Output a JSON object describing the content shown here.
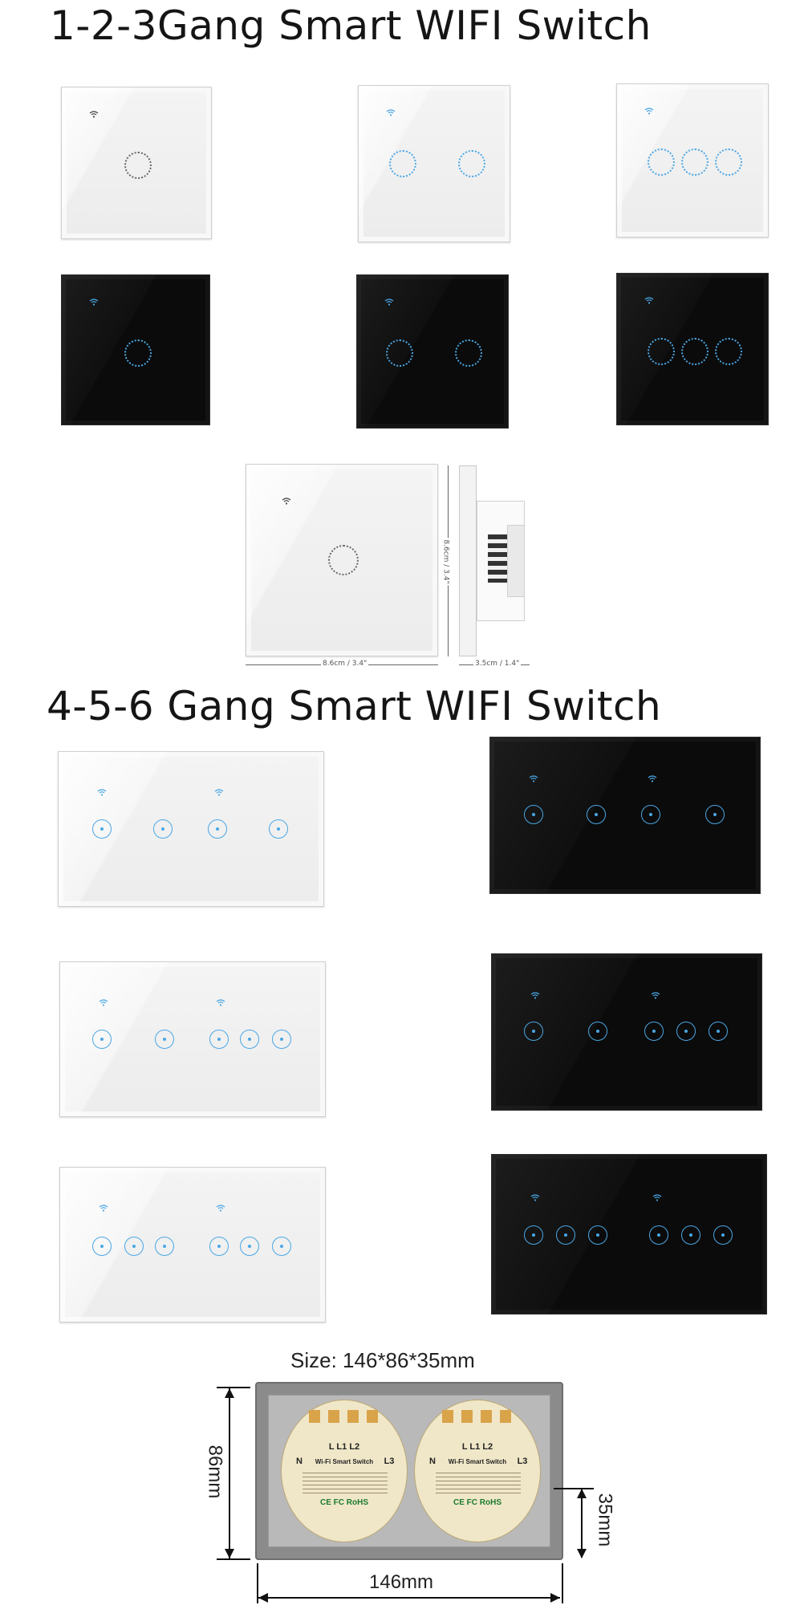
{
  "section1_title": "1-2-3Gang Smart WIFI Switch",
  "section2_title": "4-5-6 Gang Smart WIFI Switch",
  "dimensions": {
    "front_width": "8.6cm / 3.4\"",
    "height": "8.6cm / 3.4\"",
    "depth": "3.5cm / 1.4\""
  },
  "size_label": "Size: 146*86*35mm",
  "back_view": {
    "height_label": "86mm",
    "width_label": "146mm",
    "depth_label": "35mm",
    "terminals": "L  L1 L2",
    "neutral": "N",
    "module_name": "Wi-Fi Smart Switch",
    "line3": "L3",
    "certs": "CE FC RoHS"
  },
  "colors": {
    "accent_blue": "#4aa7e6",
    "white_panel": "#efefef",
    "black_panel": "#0b0b0b"
  },
  "icons": [
    "wifi-icon",
    "touch-button-icon"
  ]
}
